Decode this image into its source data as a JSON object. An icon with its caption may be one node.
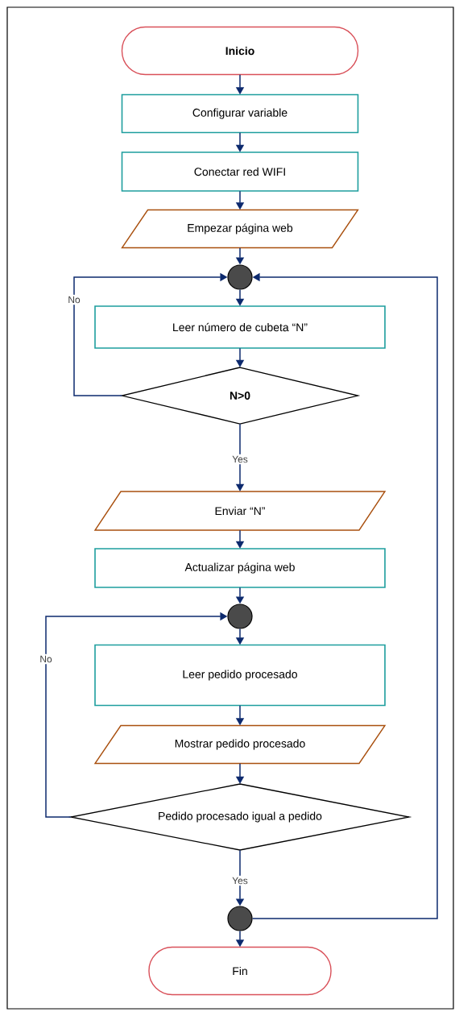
{
  "diagram": {
    "nodes": [
      {
        "text": [
          "Inicio"
        ]
      },
      {
        "text": [
          "Configurar variable"
        ]
      },
      {
        "text": [
          "Conectar red WIFI"
        ]
      },
      {
        "text": [
          "Empezar página web"
        ]
      },
      {
        "text": [],
        "shape": "circle"
      },
      {
        "text": [
          "Leer número de cubeta “N”"
        ]
      },
      {
        "text": [
          "N>0"
        ]
      },
      {
        "text": [
          "Enviar “N”"
        ]
      },
      {
        "text": [
          "Actualizar página web"
        ]
      },
      {
        "text": [],
        "shape": "circle"
      },
      {
        "text": [
          "Leer pedido procesado"
        ]
      },
      {
        "text": [
          "Mostrar pedido procesado"
        ]
      },
      {
        "text": [
          "Pedido procesado igual a pedido"
        ]
      },
      {
        "text": [],
        "shape": "circle"
      },
      {
        "text": [
          "Fin"
        ]
      }
    ],
    "edges": [
      {
        "from": 0,
        "to": 1,
        "arrow": "to"
      },
      {
        "from": 1,
        "to": 2,
        "arrow": "to"
      },
      {
        "from": 2,
        "to": 3,
        "arrow": "to"
      },
      {
        "from": 3,
        "to": 4,
        "arrow": "to"
      },
      {
        "from": 4,
        "to": 5,
        "arrow": "to"
      },
      {
        "from": 5,
        "to": 6,
        "arrow": "to"
      },
      {
        "from": 6,
        "to": 4,
        "arrow": "to",
        "label": "No"
      },
      {
        "from": 6,
        "to": 7,
        "arrow": "to",
        "label": "Yes"
      },
      {
        "from": 7,
        "to": 8,
        "arrow": "to"
      },
      {
        "from": 8,
        "to": 9,
        "arrow": "to"
      },
      {
        "from": 9,
        "to": 10,
        "arrow": "to"
      },
      {
        "from": 10,
        "to": 11,
        "arrow": "to"
      },
      {
        "from": 11,
        "to": 12,
        "arrow": "to"
      },
      {
        "from": 12,
        "to": 9,
        "arrow": "to",
        "label": "No"
      },
      {
        "from": 12,
        "to": 13,
        "arrow": "to",
        "label": "Yes"
      },
      {
        "from": 13,
        "to": 14,
        "arrow": "to"
      },
      {
        "from": 13,
        "to": 4,
        "arrow": "to"
      }
    ]
  }
}
